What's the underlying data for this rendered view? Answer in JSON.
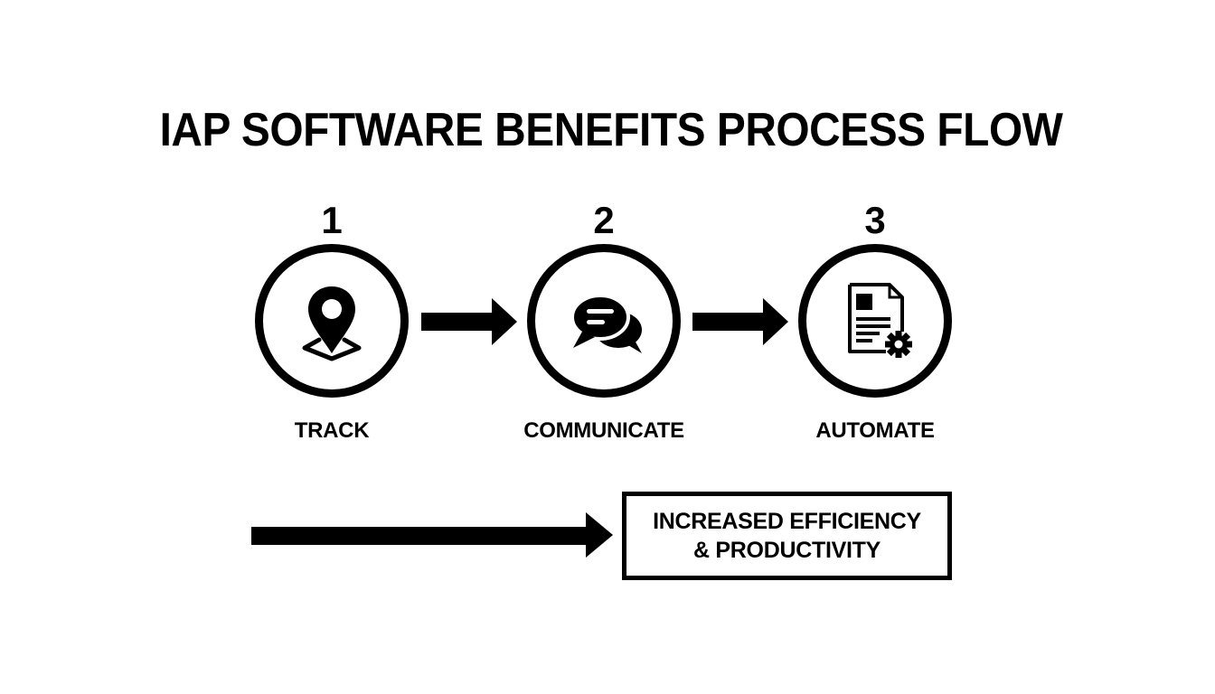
{
  "title": "IAP SOFTWARE BENEFITS PROCESS FLOW",
  "steps": [
    {
      "number": "1",
      "label": "TRACK",
      "icon": "map-pin-icon"
    },
    {
      "number": "2",
      "label": "COMMUNICATE",
      "icon": "chat-bubbles-icon"
    },
    {
      "number": "3",
      "label": "AUTOMATE",
      "icon": "document-gear-icon"
    }
  ],
  "result": {
    "line1": "INCREASED EFFICIENCY",
    "line2": "& PRODUCTIVITY"
  },
  "colors": {
    "foreground": "#000000",
    "background": "#ffffff"
  }
}
